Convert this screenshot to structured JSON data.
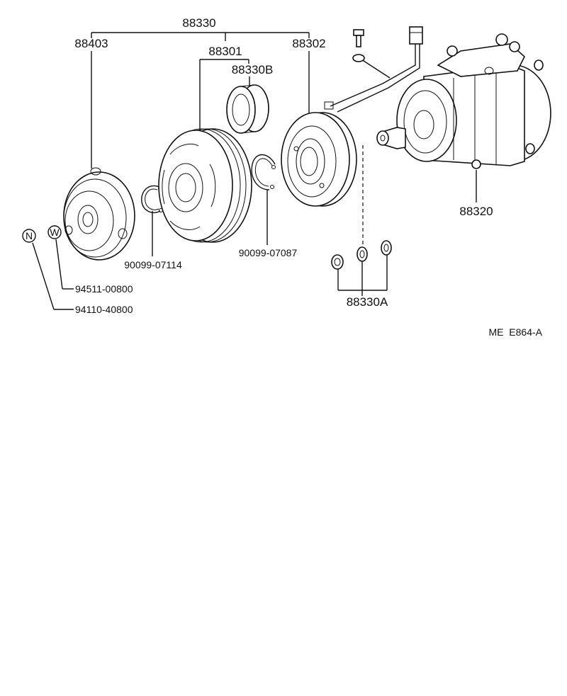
{
  "diagram": {
    "ref_code": "ME  E864-A",
    "labels": {
      "p88330": "88330",
      "p88403": "88403",
      "p88301": "88301",
      "p88302": "88302",
      "p88330B": "88330B",
      "p88320": "88320",
      "p90099_07114": "90099-07114",
      "p90099_07087": "90099-07087",
      "p94511_00800": "94511-00800",
      "p94110_40800": "94110-40800",
      "p88330A": "88330A",
      "sym_n": "N",
      "sym_w": "W"
    }
  }
}
